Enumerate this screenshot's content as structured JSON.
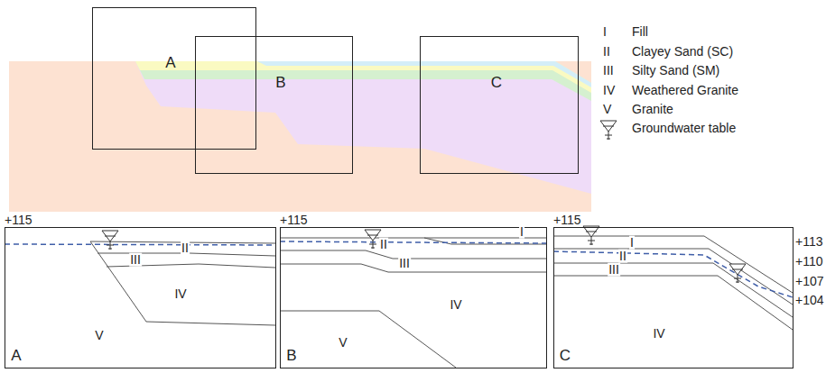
{
  "diagram": {
    "nodes": [
      {
        "text": [
          "A"
        ]
      },
      {
        "text": [
          "B"
        ]
      },
      {
        "text": [
          "C"
        ]
      },
      {
        "text": [
          "A"
        ]
      },
      {
        "text": [
          "B"
        ]
      },
      {
        "text": [
          "C"
        ]
      }
    ],
    "labels": [
      "I",
      "II",
      "III",
      "IV",
      "V",
      "+115",
      "II",
      "III",
      "IV",
      "V",
      "+115",
      "II",
      "I",
      "III",
      "IV",
      "V",
      "+115",
      "I",
      "II",
      "III",
      "IV",
      "+113",
      "+110",
      "+107",
      "+104"
    ],
    "legend": [
      {
        "text": "Fill"
      },
      {
        "text": "Clayey Sand (SC)"
      },
      {
        "text": "Silty Sand (SM)"
      },
      {
        "text": "Weathered Granite"
      },
      {
        "text": "Granite"
      },
      {
        "text": "Groundwater table"
      }
    ]
  }
}
